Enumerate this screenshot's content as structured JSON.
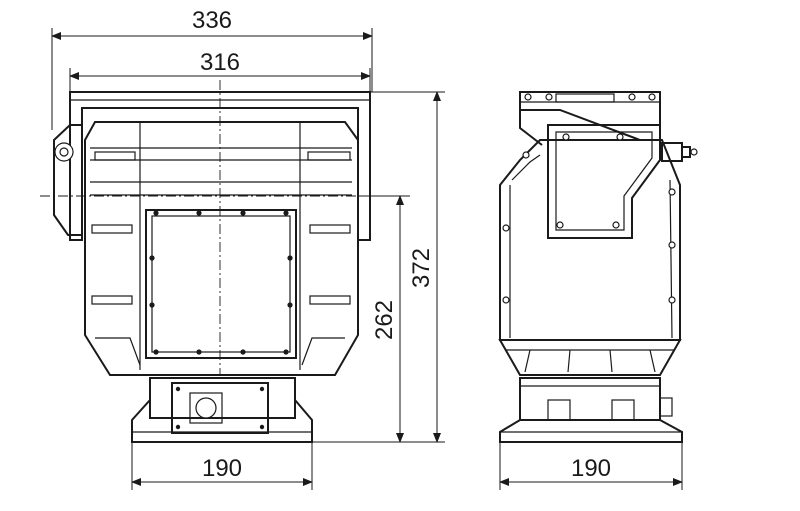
{
  "drawing": {
    "front_view": {
      "overall_width": "336",
      "inner_width": "316",
      "base_width": "190",
      "axis_height": "262",
      "overall_height": "372"
    },
    "side_view": {
      "base_width": "190"
    }
  }
}
